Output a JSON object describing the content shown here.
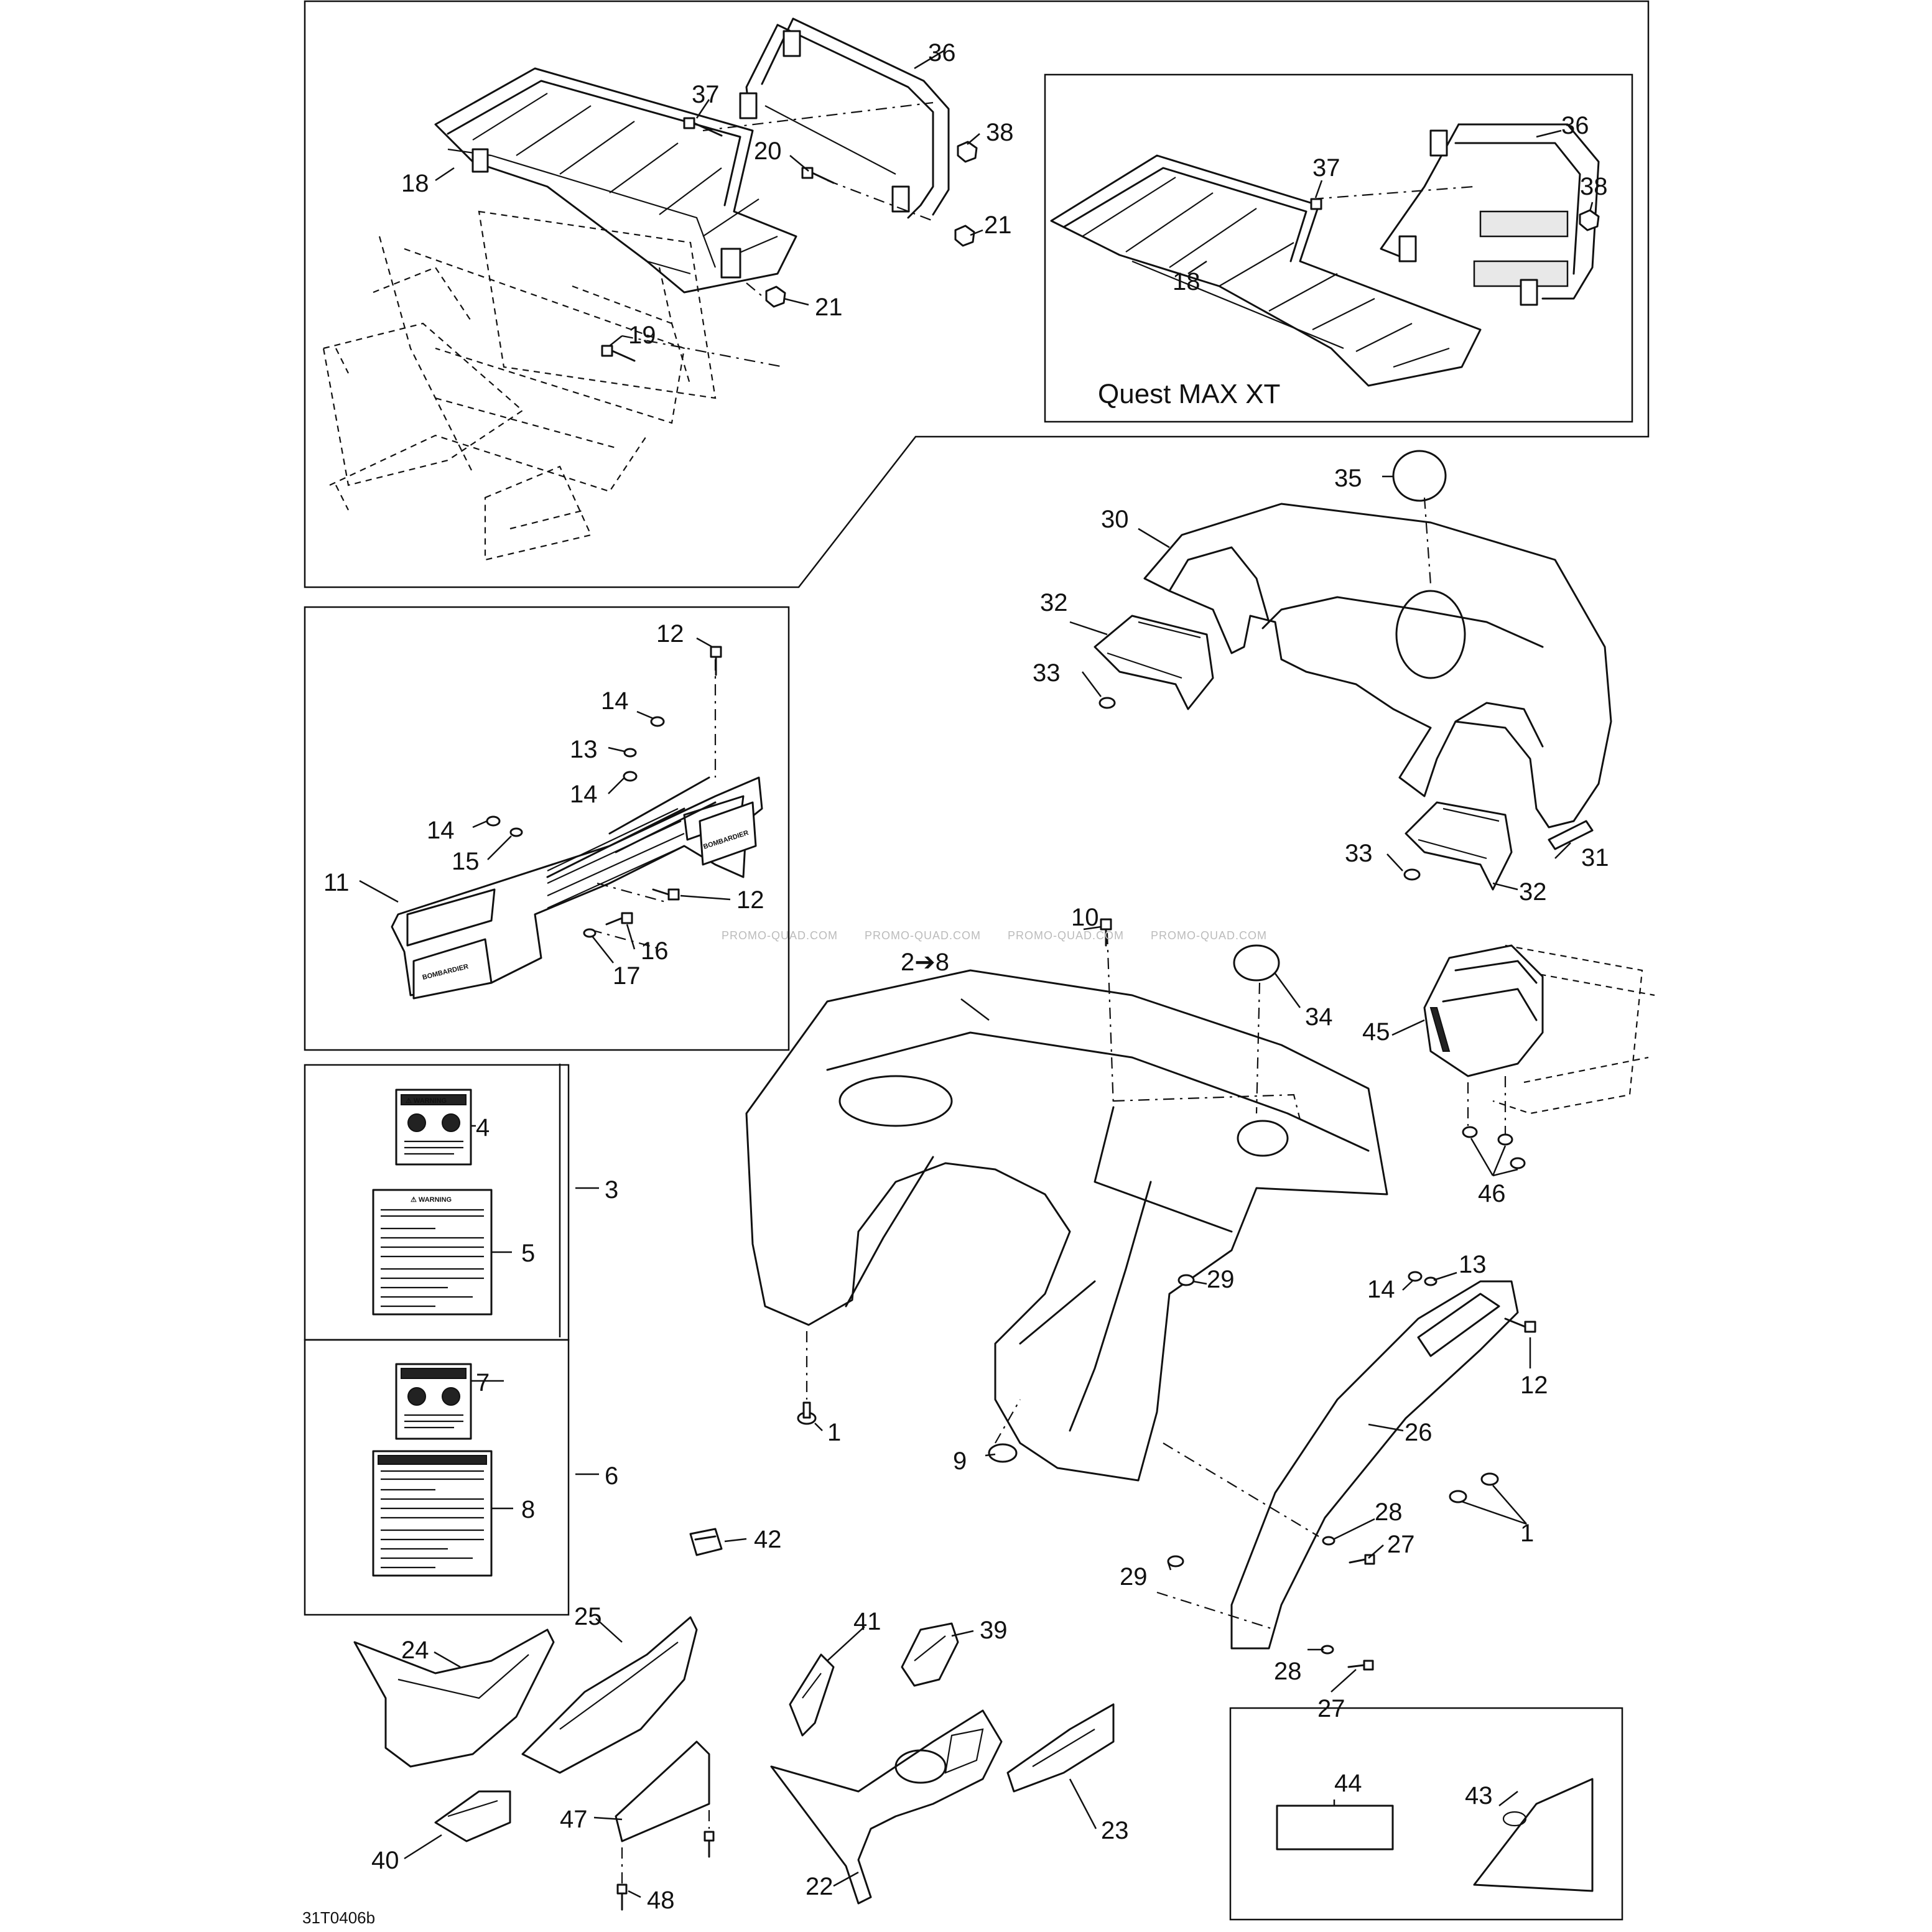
{
  "diagram": {
    "variant_caption": "Quest MAX XT",
    "drawing_code": "31T0406b",
    "watermark": "PROMO-QUAD.COM",
    "range_ref": "2➔8",
    "decal_brand": "BOMBARDIER",
    "decal_heading_warning": "⚠ WARNING",
    "callouts": {
      "c1": "1",
      "c3": "3",
      "c4": "4",
      "c5": "5",
      "c6": "6",
      "c7": "7",
      "c8": "8",
      "c9": "9",
      "c10": "10",
      "c11": "11",
      "c12": "12",
      "c13": "13",
      "c14": "14",
      "c15": "15",
      "c16": "16",
      "c17": "17",
      "c18": "18",
      "c19": "19",
      "c20": "20",
      "c21": "21",
      "c22": "22",
      "c23": "23",
      "c24": "24",
      "c25": "25",
      "c26": "26",
      "c27": "27",
      "c28": "28",
      "c29": "29",
      "c30": "30",
      "c31": "31",
      "c32": "32",
      "c33": "33",
      "c34": "34",
      "c35": "35",
      "c36": "36",
      "c37": "37",
      "c38": "38",
      "c39": "39",
      "c40": "40",
      "c41": "41",
      "c42": "42",
      "c43": "43",
      "c44": "44",
      "c45": "45",
      "c46": "46",
      "c47": "47",
      "c48": "48"
    }
  }
}
